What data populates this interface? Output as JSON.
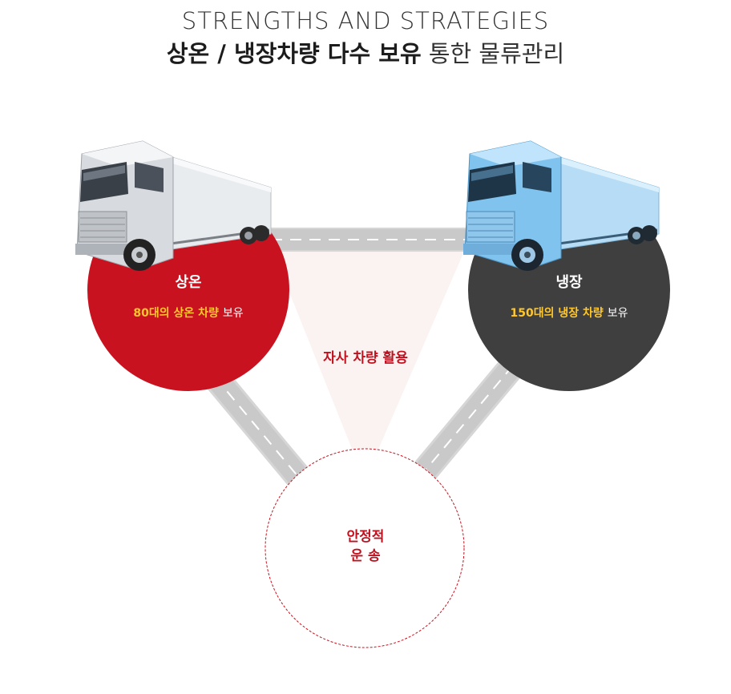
{
  "header": {
    "title_en": "STRENGTHS AND STRATEGIES",
    "title_ko_bold": "상온 / 냉장차량 다수 보유",
    "title_ko_light": "통한 물류관리"
  },
  "left_node": {
    "label": "상온",
    "sub_highlight": "80대의 상온 차량",
    "sub_rest": "보유"
  },
  "right_node": {
    "label": "냉장",
    "sub_highlight": "150대의 냉장 차량",
    "sub_rest": "보유"
  },
  "center": {
    "label": "자사 차량 활용"
  },
  "bottom_node": {
    "line1": "안정적",
    "line2": "운 송"
  },
  "colors": {
    "red": "#c8121f",
    "dark": "#3f3f3f",
    "highlight": "#ffc72c",
    "triangle_fill": "#fbf3f2",
    "road": "#cfcfcf"
  }
}
